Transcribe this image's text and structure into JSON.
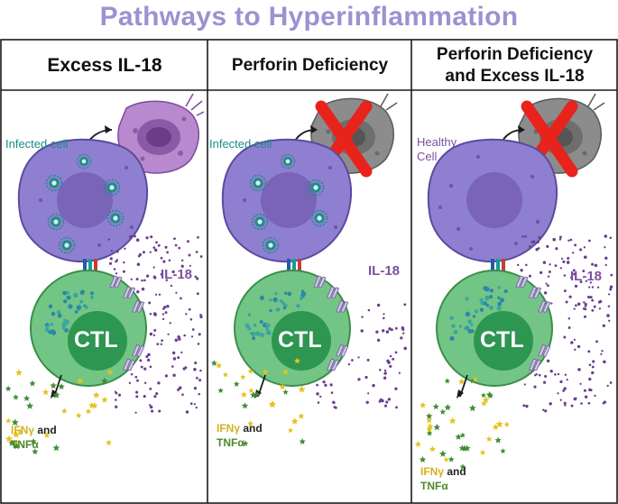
{
  "title": "Pathways to Hyperinflammation",
  "colors": {
    "title": "#9d91d1",
    "frame": "#1a1a1a",
    "infected_cell": "#8f7fd0",
    "nucleus": "#7a64b8",
    "ctl_cell": "#73c585",
    "ctl_nucleus": "#2d9651",
    "dead_cell": "#8c8c8c",
    "x_mark": "#e8231c",
    "il18_dots": "#6b3d8f",
    "ifn_star": "#e5c21f",
    "tnf_star": "#3f8c36"
  },
  "panels": [
    {
      "title": "Excess IL-18",
      "target_cell_label": "Infected cell",
      "cytokine": "IL-18",
      "ctl": "CTL",
      "output_ifn": "IFNγ",
      "output_and": "and",
      "output_tnf": "TNFα"
    },
    {
      "title": "Perforin Deficiency",
      "target_cell_label": "Infected cell",
      "cytokine": "IL-18",
      "ctl": "CTL",
      "output_ifn": "IFNγ",
      "output_and": "and",
      "output_tnf": "TNFα"
    },
    {
      "title_line1": "Perforin Deficiency",
      "title_line2": "and Excess IL-18",
      "target_cell_label_line1": "Healthy",
      "target_cell_label_line2": "Cell",
      "cytokine": "IL-18",
      "ctl": "CTL",
      "output_ifn": "IFNγ",
      "output_and": "and",
      "output_tnf": "TNFα"
    }
  ]
}
